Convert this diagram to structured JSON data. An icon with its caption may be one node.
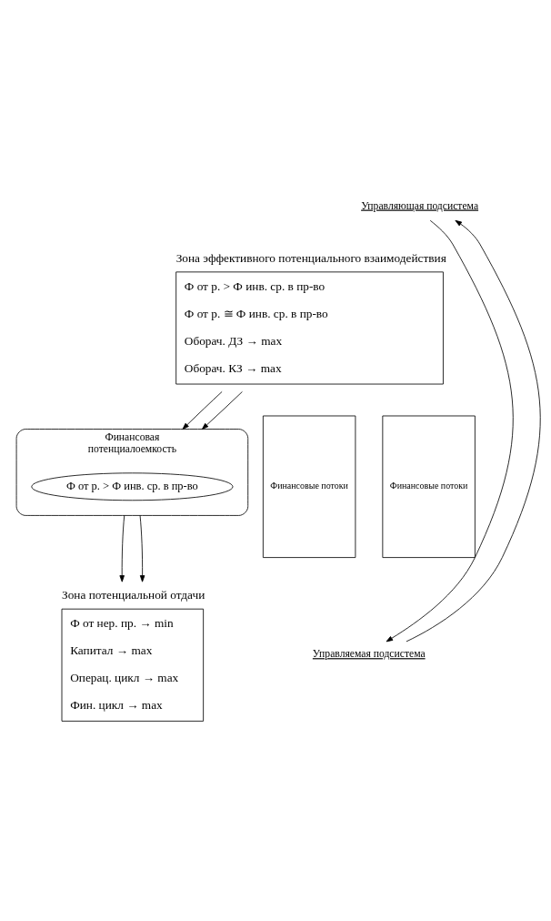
{
  "diagram": {
    "nodes": [
      {
        "text": [
          "Управляющая подсистема"
        ]
      },
      {
        "text": [
          "Зона эффективного потенциального взаимодействия",
          "Ф от р. > Ф инв. ср. в пр-во",
          "Ф от р. ≅ Ф инв. ср. в пр-во",
          "Оборач. ДЗ → max",
          "Оборач. КЗ → max"
        ]
      },
      {
        "text": [
          "Финансовые потоки"
        ]
      },
      {
        "text": [
          "Финансовая",
          "потенциалоемкость"
        ]
      },
      {
        "text": [
          "Ф от р. > Ф инв. ср. в пр-во"
        ],
        "in": 3
      },
      {
        "text": [
          "Финансовые потоки"
        ]
      },
      {
        "text": [
          "Управляемая подсистема"
        ]
      },
      {
        "text": [
          "Зона потенциальной отдачи",
          "Ф от нер. пр. → min",
          "Капитал → max",
          "Операц. цикл → max",
          "Фин. цикл → max"
        ]
      }
    ],
    "edges": [
      {
        "from": 0,
        "to": 6,
        "arrow": "to"
      },
      {
        "from": 6,
        "to": 0,
        "arrow": "to"
      },
      {
        "from": 1,
        "to": 3,
        "arrow": "to"
      },
      {
        "from": 1,
        "to": 3,
        "arrow": "to"
      },
      {
        "from": 3,
        "to": 7,
        "arrow": "to"
      },
      {
        "from": 3,
        "to": 7,
        "arrow": "to"
      }
    ]
  }
}
